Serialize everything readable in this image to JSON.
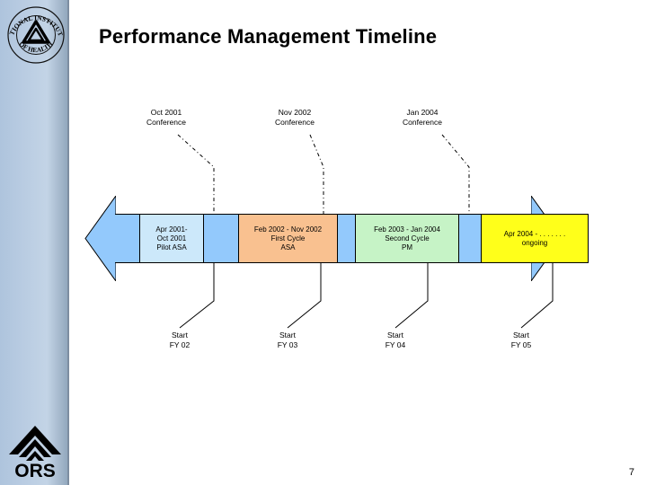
{
  "slide": {
    "title": "Performance Management Timeline",
    "page_number": "7",
    "logos": {
      "nih": "nih-logo",
      "nih_text_top": "NATIONAL INSTITUTES",
      "nih_text_bottom": "OF HEALTH",
      "ors": "ORS"
    },
    "colors": {
      "arrow_blue": "#93c9fc",
      "segment_1": "#cce8fa",
      "segment_2": "#f9c190",
      "segment_3": "#c6f3c6",
      "segment_4": "#ffff1a",
      "sidebar": "#b9cce2",
      "outline": "#000000"
    }
  },
  "timeline": {
    "conferences": [
      {
        "line1": "Oct 2001",
        "line2": "Conference"
      },
      {
        "line1": "Nov 2002",
        "line2": "Conference"
      },
      {
        "line1": "Jan 2004",
        "line2": "Conference"
      }
    ],
    "segments": [
      {
        "line1": "Apr 2001-",
        "line2": "Oct 2001",
        "line3": "Pilot ASA",
        "color": "#cce8fa"
      },
      {
        "line1": "Feb 2002 - Nov 2002",
        "line2": "First Cycle",
        "line3": "ASA",
        "color": "#f9c190"
      },
      {
        "line1": "Feb 2003 - Jan 2004",
        "line2": "Second Cycle",
        "line3": "PM",
        "color": "#c6f3c6"
      },
      {
        "line1": "Apr 2004 - . . . . . . .",
        "line2": "ongoing",
        "line3": "",
        "color": "#ffff1a"
      }
    ],
    "fiscal_years": [
      {
        "line1": "Start",
        "line2": "FY 02"
      },
      {
        "line1": "Start",
        "line2": "FY 03"
      },
      {
        "line1": "Start",
        "line2": "FY 04"
      },
      {
        "line1": "Start",
        "line2": "FY 05"
      }
    ]
  }
}
